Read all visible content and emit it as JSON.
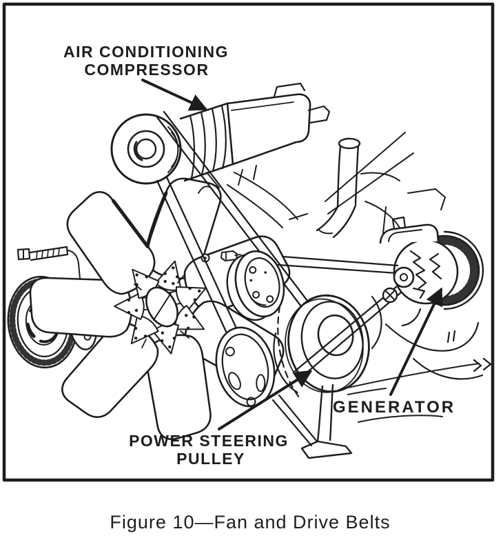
{
  "figure": {
    "caption": "Figure 10—Fan and Drive Belts",
    "labels": {
      "compressor": {
        "line1": "AIR CONDITIONING",
        "line2": "COMPRESSOR"
      },
      "power_steering": {
        "line1": "POWER STEERING",
        "line2": "PULLEY"
      },
      "generator": {
        "line1": "GENERATOR"
      }
    },
    "colors": {
      "ink": "#1d1d1d",
      "paper": "#ffffff"
    }
  }
}
